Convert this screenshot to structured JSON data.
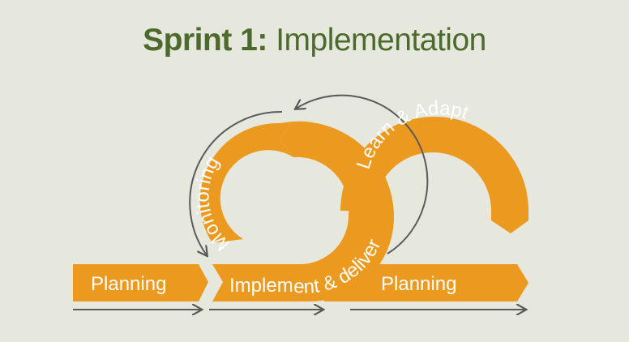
{
  "title": {
    "bold": "Sprint 1:",
    "light": "Implementation"
  },
  "colors": {
    "background": "#e6e8de",
    "title": "#4b6a2c",
    "orange": "#ec9a1f",
    "arrow": "#5b5b5b",
    "label": "#ffffff"
  },
  "stages": {
    "planning_start": "Planning",
    "implement": "Implement & deliver",
    "monitoring": "Monitoring",
    "learn": "Learn & Adapt",
    "planning_end": "Planning"
  }
}
